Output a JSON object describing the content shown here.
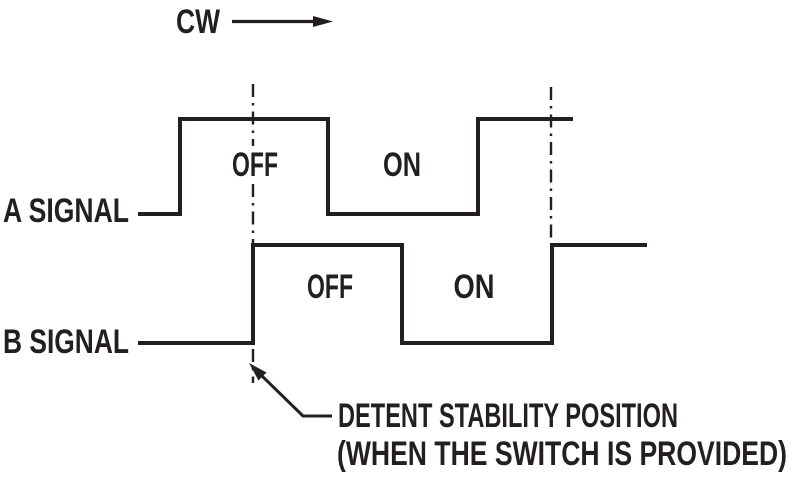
{
  "colors": {
    "ink": "#231f20",
    "background": "#ffffff"
  },
  "direction": {
    "label": "CW"
  },
  "signals": [
    {
      "name": "A SIGNAL",
      "states": [
        {
          "label": "OFF"
        },
        {
          "label": "ON"
        }
      ]
    },
    {
      "name": "B SIGNAL",
      "states": [
        {
          "label": "OFF"
        },
        {
          "label": "ON"
        }
      ]
    }
  ],
  "annotation": {
    "line1": "DETENT STABILITY POSITION",
    "line2": "(WHEN THE SWITCH IS PROVIDED)"
  },
  "chart_data": {
    "type": "timing-diagram",
    "title": "",
    "direction_of_rotation": "CW",
    "signals": [
      {
        "name": "A SIGNAL",
        "level_sequence": [
          "low",
          "high",
          "low",
          "high"
        ],
        "high_level_label": "OFF",
        "low_level_label": "ON"
      },
      {
        "name": "B SIGNAL",
        "level_sequence": [
          "low",
          "high",
          "low",
          "high"
        ],
        "high_level_label": "OFF",
        "low_level_label": "ON"
      }
    ],
    "detent_marker_lines": 2,
    "detent_note_line1": "DETENT STABILITY POSITION",
    "detent_note_line2": "(WHEN THE SWITCH IS PROVIDED)"
  }
}
